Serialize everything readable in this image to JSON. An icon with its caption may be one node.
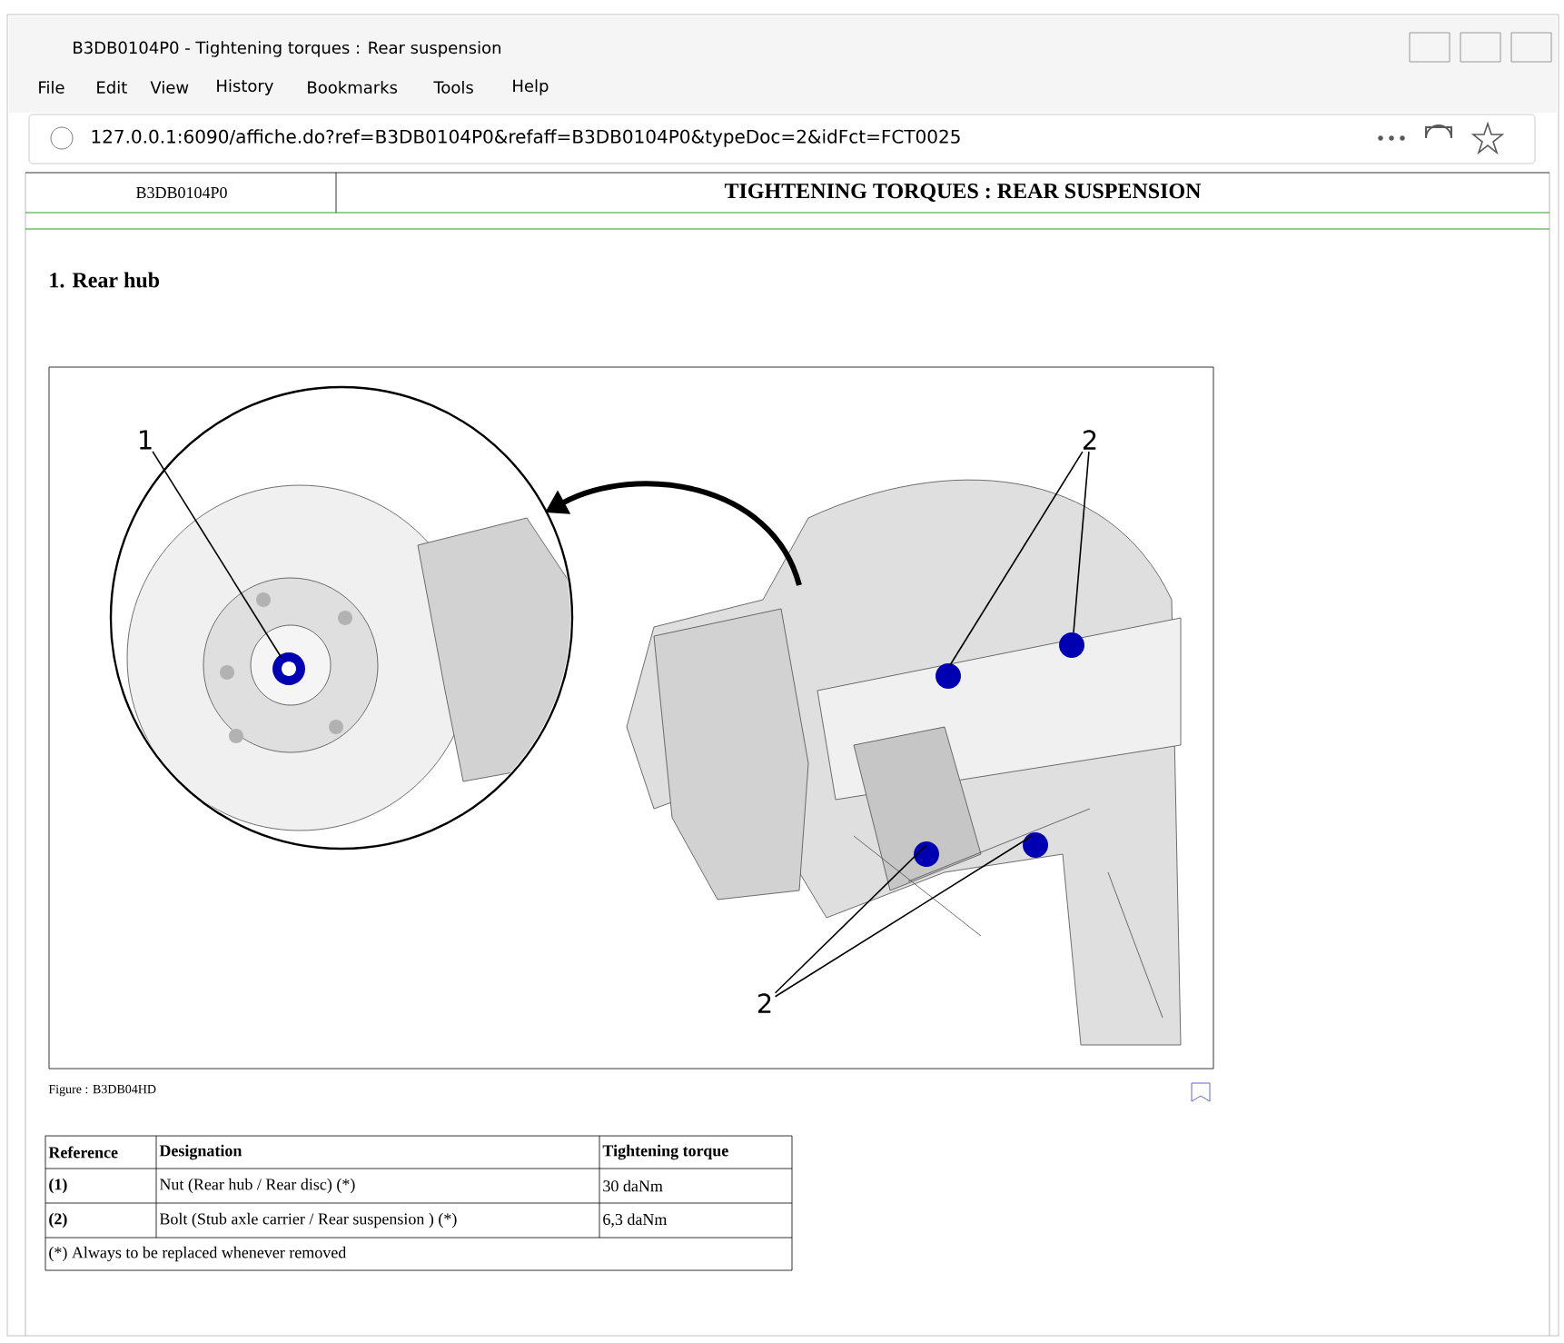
{
  "diagram": {
    "nodes": [
      {
        "text": [
          "1"
        ]
      },
      {
        "text": [
          "2"
        ]
      },
      {
        "text": [
          "2"
        ]
      }
    ],
    "edges": [
      {
        "from": 0,
        "to": null,
        "arrow": "none"
      },
      {
        "from": 1,
        "to": null,
        "arrow": "none"
      },
      {
        "from": 1,
        "to": null,
        "arrow": "none"
      },
      {
        "from": 2,
        "to": null,
        "arrow": "none"
      },
      {
        "from": 2,
        "to": null,
        "arrow": "none"
      }
    ],
    "labels": [
      "B3DB0104P0 - Tightening torques : Rear suspension",
      "File",
      "Edit",
      "View",
      "History",
      "Bookmarks",
      "Tools",
      "Help",
      "127.0.0.1:6090/affiche.do?ref=B3DB0104P0&refaff=B3DB0104P0&typeDoc=2&idFct=FCT0025",
      "B3DB0104P0",
      "TIGHTENING TORQUES : REAR SUSPENSION",
      "1. Rear hub",
      "Figure : B3DB04HD",
      "Reference",
      "Designation",
      "Tightening torque",
      "(1)",
      "Nut (Rear hub / Rear disc) (*)",
      "30 daNm",
      "(2)",
      "Bolt (Stub axle carrier / Rear suspension ) (*)",
      "6,3 daNm",
      "(*) Always to be replaced whenever removed"
    ]
  }
}
